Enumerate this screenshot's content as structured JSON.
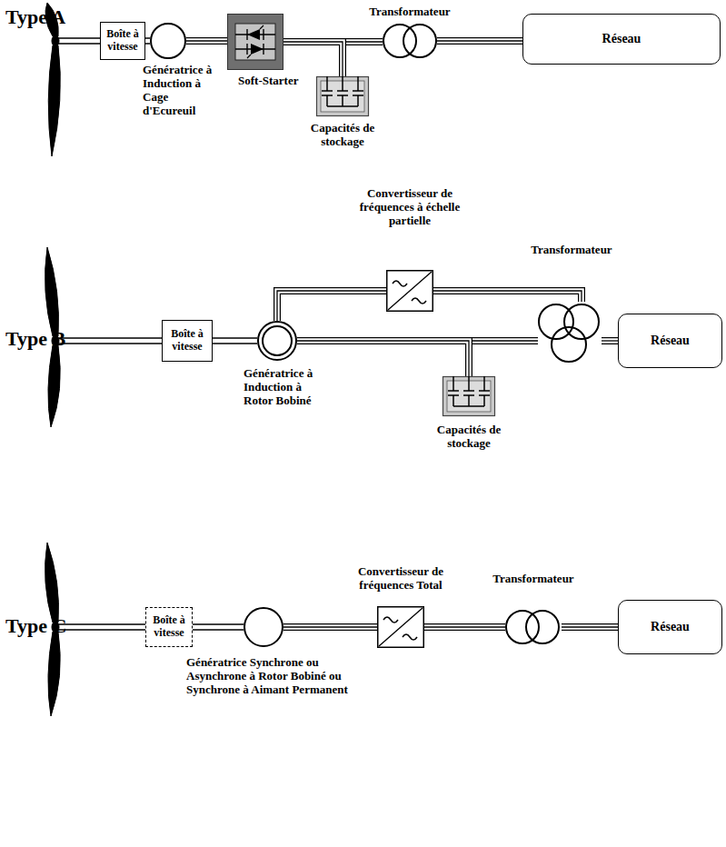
{
  "diagram": {
    "nodes": [
      {
        "text": [
          "Boîte à vitesse"
        ]
      },
      {
        "text": [
          "Génératrice à Induction à Cage d'Ecureuil"
        ]
      },
      {
        "text": [
          "Soft-Starter"
        ]
      },
      {
        "text": [
          "Capacités de stockage"
        ]
      },
      {
        "text": [
          "Transformateur"
        ]
      },
      {
        "text": [
          "Réseau"
        ]
      },
      {
        "text": [
          "Boîte à vitesse"
        ]
      },
      {
        "text": [
          "Génératrice à Induction à Rotor Bobiné"
        ]
      },
      {
        "text": [
          "Convertisseur de fréquences à échelle partielle"
        ]
      },
      {
        "text": [
          "Transformateur"
        ]
      },
      {
        "text": [
          "Capacités de stockage"
        ]
      },
      {
        "text": [
          "Réseau"
        ]
      },
      {
        "text": [
          "Boîte à vitesse"
        ]
      },
      {
        "text": [
          "Génératrice Synchrone ou Asynchrone à Rotor Bobiné ou Synchrone à Aimant Permanent"
        ]
      },
      {
        "text": [
          "Convertisseur de fréquences Total"
        ]
      },
      {
        "text": [
          "Transformateur"
        ]
      },
      {
        "text": [
          "Réseau"
        ]
      }
    ],
    "edges": [
      {
        "from": 0,
        "to": 1,
        "arrow": "none"
      },
      {
        "from": 1,
        "to": 2,
        "arrow": "none"
      },
      {
        "from": 2,
        "to": 4,
        "arrow": "none"
      },
      {
        "from": 2,
        "to": 3,
        "arrow": "none"
      },
      {
        "from": 4,
        "to": 5,
        "arrow": "none"
      },
      {
        "from": 6,
        "to": 7,
        "arrow": "none"
      },
      {
        "from": 7,
        "to": 8,
        "arrow": "none"
      },
      {
        "from": 8,
        "to": 9,
        "arrow": "none"
      },
      {
        "from": 7,
        "to": 9,
        "arrow": "none"
      },
      {
        "from": 7,
        "to": 10,
        "arrow": "none"
      },
      {
        "from": 9,
        "to": 11,
        "arrow": "none"
      },
      {
        "from": 12,
        "to": 13,
        "arrow": "none"
      },
      {
        "from": 13,
        "to": 14,
        "arrow": "none"
      },
      {
        "from": 14,
        "to": 15,
        "arrow": "none"
      },
      {
        "from": 15,
        "to": 16,
        "arrow": "none"
      }
    ],
    "labels": [
      "Type A",
      "Type B",
      "Type C"
    ]
  }
}
